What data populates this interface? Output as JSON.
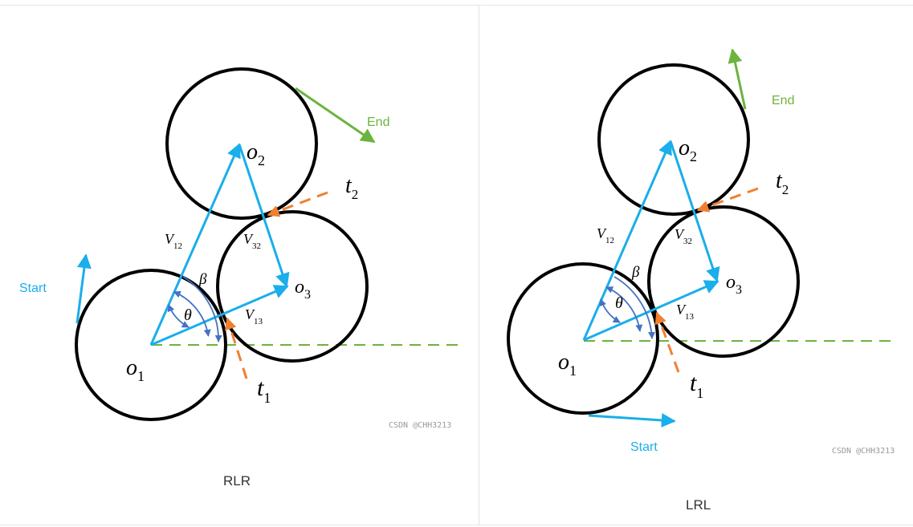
{
  "diagrams": [
    {
      "caption": "RLR",
      "watermark": "CSDN @CHH3213",
      "labels": {
        "start": "Start",
        "end": "End",
        "o1_base": "o",
        "o1_sub": "1",
        "o2_base": "o",
        "o2_sub": "2",
        "o3_base": "o",
        "o3_sub": "3",
        "t1_base": "t",
        "t1_sub": "1",
        "t2_base": "t",
        "t2_sub": "2",
        "v12_base": "V",
        "v12_sub": "12",
        "v32_base": "V",
        "v32_sub": "32",
        "v13_base": "V",
        "v13_sub": "13",
        "beta": "β",
        "theta": "θ"
      }
    },
    {
      "caption": "LRL",
      "watermark": "CSDN @CHH3213",
      "labels": {
        "start": "Start",
        "end": "End",
        "o1_base": "o",
        "o1_sub": "1",
        "o2_base": "o",
        "o2_sub": "2",
        "o3_base": "o",
        "o3_sub": "3",
        "t1_base": "t",
        "t1_sub": "1",
        "t2_base": "t",
        "t2_sub": "2",
        "v12_base": "V",
        "v12_sub": "12",
        "v32_base": "V",
        "v32_sub": "32",
        "v13_base": "V",
        "v13_sub": "13",
        "beta": "β",
        "theta": "θ"
      }
    }
  ],
  "colors": {
    "vector": "#1aaeea",
    "start": "#1aaeea",
    "end": "#6db33f",
    "tangent": "#f08030",
    "baseline": "#6db33f",
    "angle_arc": "#4472c4",
    "circle": "#000000"
  }
}
